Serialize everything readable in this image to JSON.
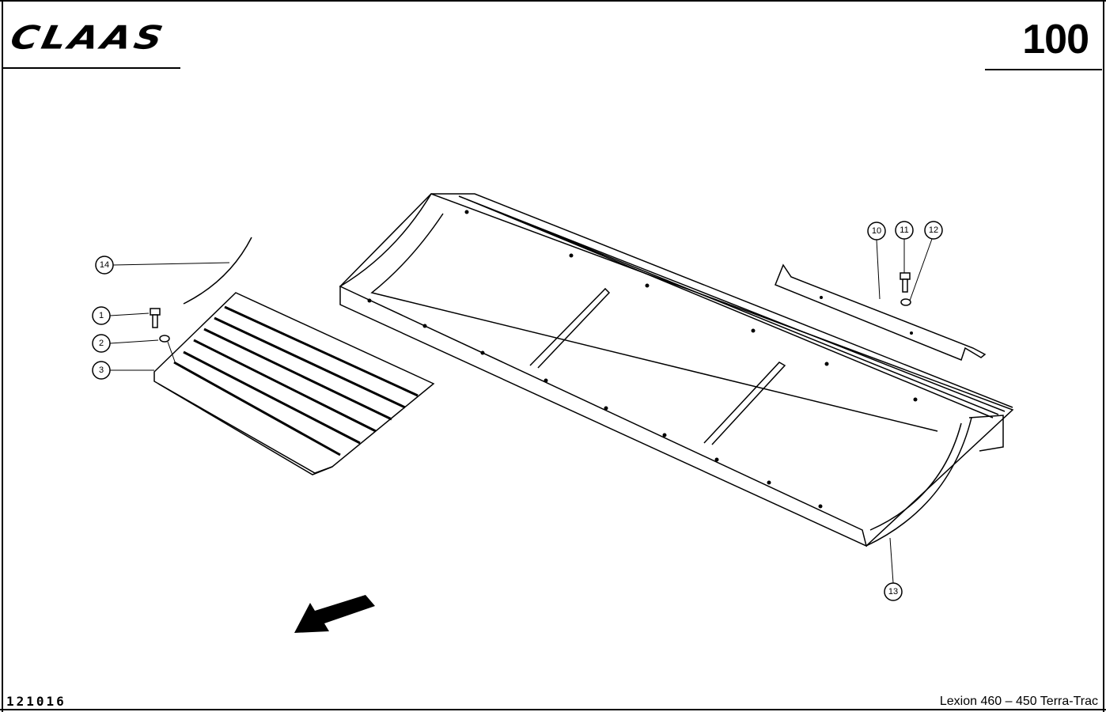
{
  "header": {
    "logo": "CLAAS",
    "page_number": "100"
  },
  "footer": {
    "document_number": "121016",
    "model": "Lexion 460 – 450 Terra-Trac"
  },
  "callouts": [
    "14",
    "1",
    "2",
    "3",
    "10",
    "11",
    "12",
    "13"
  ]
}
